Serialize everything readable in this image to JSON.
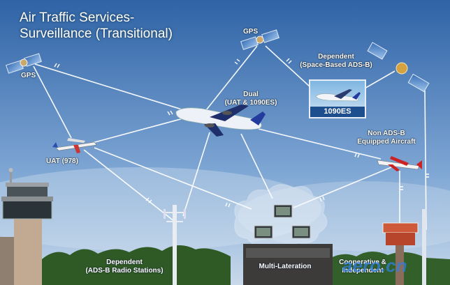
{
  "title": [
    "Air Traffic Services-",
    "Surveillance (Transitional)"
  ],
  "labels": {
    "gps_left": "GPS",
    "gps_top": "GPS",
    "dependent_space": [
      "Dependent",
      "(Space-Based ADS-B)"
    ],
    "dual": [
      "Dual",
      "(UAT & 1090ES)"
    ],
    "uat": "UAT (978)",
    "non_adsb": [
      "Non ADS-B",
      "Equipped Aircraft"
    ],
    "dependent_radio": [
      "Dependent",
      "(ADS-B Radio Stations)"
    ],
    "multilateration": "Multi-Lateration",
    "cooperative": [
      "Cooperative &",
      "Independent"
    ]
  },
  "inset_caption": "1090ES",
  "watermark_text": "aero.cn",
  "colors": {
    "sky_top": "#2f63a6",
    "sky_bottom": "#b9cfe6",
    "link": "#ffffff",
    "inset_caption_bg": "#1d4f8f"
  },
  "icons": [
    "satellite-icon",
    "airliner-icon",
    "small-plane-icon",
    "radar-tower-icon",
    "control-tower-icon",
    "antenna-icon",
    "cloud-icon",
    "workstation-icon"
  ]
}
